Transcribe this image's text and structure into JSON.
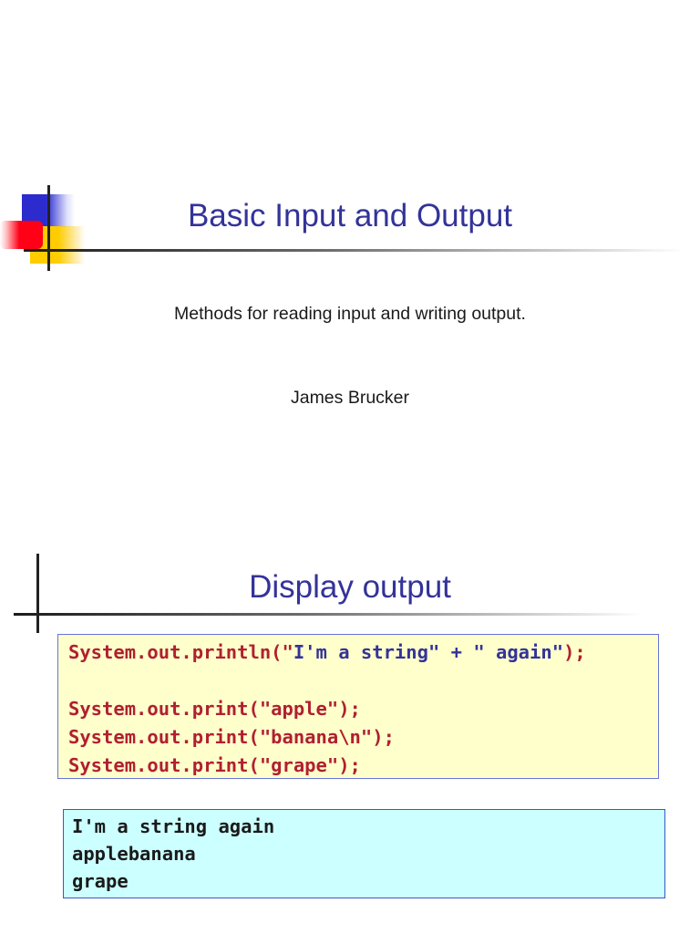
{
  "colors": {
    "title_blue": "#333399",
    "code_red": "#B02030",
    "code_blue": "#333399",
    "code_box_bg": "#FFFFCC",
    "code_box_border": "#6673D9",
    "output_box_bg": "#CCFFFF",
    "output_box_border": "#3D55C6",
    "logo_blue": "#2B2BCE",
    "logo_red": "#FF0016",
    "logo_yellow": "#FFCC00"
  },
  "slide1": {
    "title": "Basic Input and Output",
    "subtitle": "Methods for reading input and writing output.",
    "author": "James Brucker"
  },
  "slide2": {
    "title": "Display output",
    "code_lines": [
      [
        {
          "t": "System.out.println(\"",
          "c": "red"
        },
        {
          "t": "I'm a string\" + \" again\"",
          "c": "blue"
        },
        {
          "t": ");",
          "c": "red"
        }
      ],
      [],
      [
        {
          "t": "System.out.print(\"apple\");",
          "c": "red"
        }
      ],
      [
        {
          "t": "System.out.print(\"banana\\n\");",
          "c": "red"
        }
      ],
      [
        {
          "t": "System.out.print(\"grape\");",
          "c": "red"
        }
      ]
    ],
    "output_lines": [
      "I'm a string again",
      "applebanana",
      "grape"
    ]
  }
}
